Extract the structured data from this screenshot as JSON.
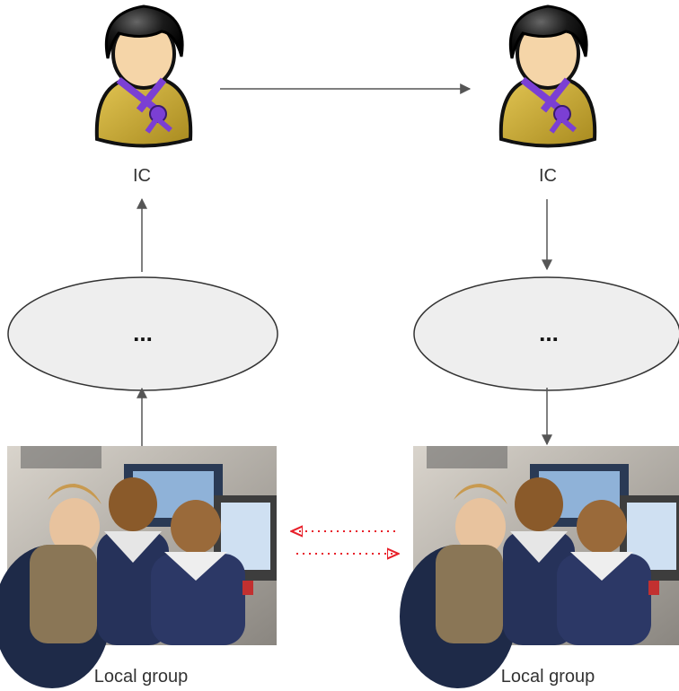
{
  "nodes": {
    "ic_left": {
      "label": "IC"
    },
    "ic_right": {
      "label": "IC"
    },
    "ellipse_left": {
      "label": "..."
    },
    "ellipse_right": {
      "label": "..."
    },
    "group_left": {
      "label": "Local group"
    },
    "group_right": {
      "label": "Local group"
    }
  },
  "colors": {
    "arrow": "#555555",
    "dotted_arrow": "#e8202a",
    "ellipse_fill": "#eeeeee",
    "ellipse_stroke": "#333333",
    "person_skin": "#f5d5a8",
    "person_body": "#c9a832",
    "person_hair": "#111111",
    "scarf": "#7b3fd4"
  },
  "icons": [
    "person-icon",
    "group-photo"
  ]
}
